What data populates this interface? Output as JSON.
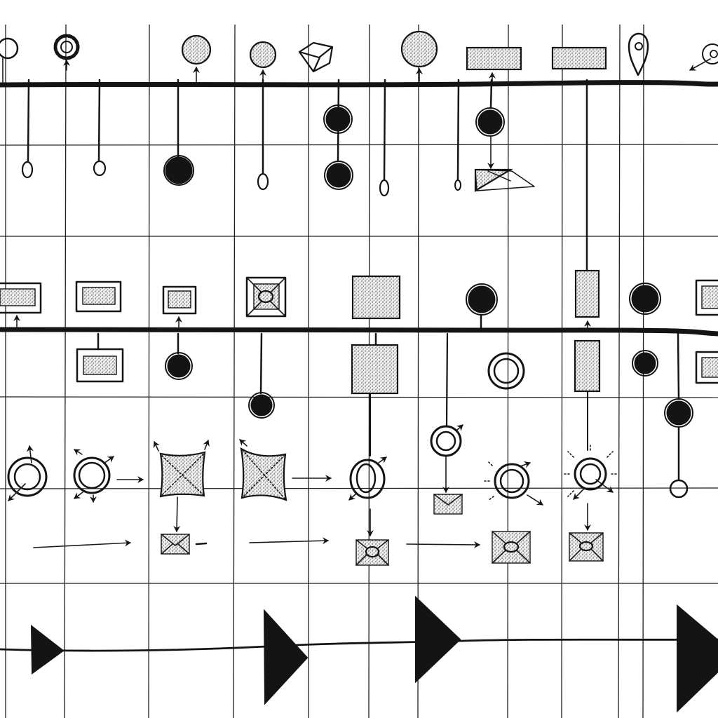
{
  "diagram": {
    "ink_color": "#141414",
    "background": "#ffffff",
    "fill_style": "stipple",
    "rows": [
      {
        "id": "row-1",
        "symbols_above": [
          "ring",
          "gear-ring",
          "stippled-circle",
          "stippled-circle",
          "cube",
          "stippled-circle",
          "stippled-rectangle",
          "stippled-rectangle",
          "location-pin",
          "target-arrow"
        ],
        "symbols_below": [
          "hollow-drop",
          "hollow-drop",
          "solid-circle",
          "hollow-drop",
          "solid-circle-pair",
          "hollow-drop",
          "hollow-drop",
          "solid-circle-to-envelope"
        ]
      },
      {
        "id": "row-2",
        "symbols_above": [
          "framed-box",
          "framed-box",
          "framed-box",
          "framed-crossed-box",
          "stippled-square",
          "solid-ring",
          "stippled-tall-rectangle",
          "solid-ring",
          "framed-box"
        ],
        "symbols_below": [
          "framed-box",
          "solid-ring",
          "solid-ring",
          "stippled-square",
          "double-ring",
          "stippled-tall-rectangle",
          "solid-ring",
          "solid-ring",
          "framed-box"
        ]
      },
      {
        "id": "row-3",
        "symbols": [
          "ring-with-arrow",
          "ring-with-arrow",
          "stippled-square",
          "envelope",
          "stippled-square",
          "envelope",
          "ring",
          "ring",
          "envelope",
          "radiant-ring",
          "envelope"
        ]
      },
      {
        "id": "row-4",
        "symbols": [
          "play-triangle",
          "play-triangle",
          "play-triangle",
          "play-triangle"
        ]
      }
    ]
  }
}
